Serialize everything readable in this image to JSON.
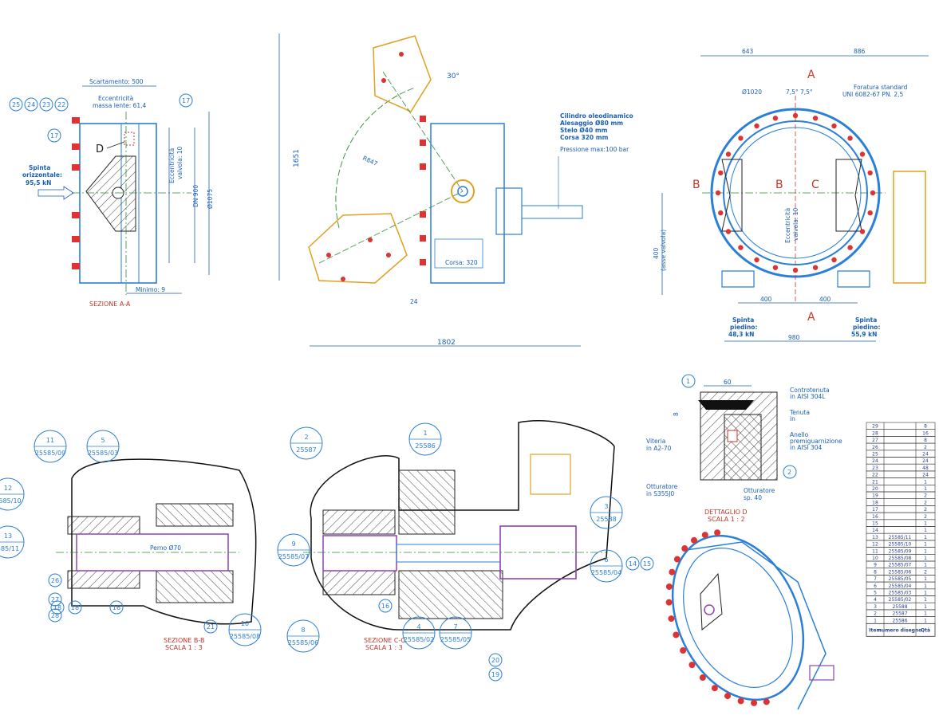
{
  "views": {
    "sezione_aa": {
      "title": "SEZIONE A-A",
      "scartamento": "Scartamento: 500",
      "eccentricita_massa": [
        "Eccentricità",
        "massa lente: 61,4"
      ],
      "eccentricita_valvola": [
        "Eccentricità",
        "valvola: 10"
      ],
      "dn": "DN 900",
      "dia": "Ø1075",
      "minimo": "Minimo: 9",
      "spinta": [
        "Spinta",
        "orizzontale:",
        "95,5 kN"
      ],
      "detail_letter": "D",
      "balloons": [
        "25",
        "24",
        "23",
        "22",
        "17",
        "17"
      ]
    },
    "side_view": {
      "height": "1651",
      "width": "1802",
      "angle": "30°",
      "radius": "R847",
      "corsa": "Corsa: 320",
      "offset": "24",
      "cylinder": [
        "Cilindro oleodinamico",
        "Alesaggio Ø80 mm",
        "Stelo Ø40 mm",
        "Corsa 320 mm",
        "Pressione max:100 bar"
      ]
    },
    "front_view": {
      "dim_left": "643",
      "dim_right": "886",
      "dia": "Ø1020",
      "angle": "7,5°",
      "angle2": "7,5°",
      "foratura": [
        "Foratura standard",
        "UNI 6082-67 PN. 2,5"
      ],
      "section_a": "A",
      "section_b": "B",
      "section_c": "C",
      "eccentricita": [
        "Eccentricità",
        "valvola: 10"
      ],
      "asse": [
        "400",
        "(asse valvola)"
      ],
      "d400a": "400",
      "d400b": "400",
      "d980": "980",
      "spinta_left": [
        "Spinta",
        "piedino:",
        "48,3 kN"
      ],
      "spinta_right": [
        "Spinta",
        "piedino:",
        "55,9 kN"
      ]
    },
    "dettaglio_d": {
      "title": [
        "DETTAGLIO D",
        "SCALA 1 : 2"
      ],
      "d60": "60",
      "d8": "8",
      "controtenuta": [
        "Controtenuta",
        "in AISI 304L"
      ],
      "tenuta": [
        "Tenuta",
        "in"
      ],
      "anello": [
        "Anello",
        "premiguarnizione",
        "in AISI 304"
      ],
      "viteria": [
        "Viteria",
        "in A2-70"
      ],
      "otturatore_l": [
        "Otturatore",
        "in S355J0"
      ],
      "otturatore_r": [
        "Otturatore",
        "sp. 40"
      ],
      "balloons": [
        "1",
        "2"
      ]
    },
    "sezione_bb": {
      "title": [
        "SEZIONE B-B",
        "SCALA 1 : 3"
      ],
      "perno": "Perno  Ø70",
      "balloons": [
        {
          "n": "11",
          "ref": "25585/09"
        },
        {
          "n": "5",
          "ref": "25585/03"
        },
        {
          "n": "12",
          "ref": "5585/10"
        },
        {
          "n": "13",
          "ref": "585/11"
        },
        {
          "n": "9",
          "ref": "25585/07"
        },
        {
          "n": "10",
          "ref": "25585/08"
        }
      ],
      "small": [
        "26",
        "27",
        "28",
        "18",
        "18",
        "16",
        "21"
      ]
    },
    "sezione_cc": {
      "title": [
        "SEZIONE C-C",
        "SCALA 1 : 3"
      ],
      "balloons": [
        {
          "n": "2",
          "ref": "25587"
        },
        {
          "n": "1",
          "ref": "25586"
        },
        {
          "n": "3",
          "ref": "25588"
        },
        {
          "n": "6",
          "ref": "25585/04"
        },
        {
          "n": "8",
          "ref": "25585/06"
        },
        {
          "n": "4",
          "ref": "25585/02"
        },
        {
          "n": "7",
          "ref": "25585/05"
        }
      ],
      "small": [
        "16",
        "14",
        "15",
        "20",
        "19"
      ]
    },
    "bom": {
      "headers": [
        "Item",
        "numero disegno",
        "Qtà"
      ],
      "rows": [
        [
          "29",
          "",
          "8"
        ],
        [
          "28",
          "",
          "16"
        ],
        [
          "27",
          "",
          "8"
        ],
        [
          "26",
          "",
          "2"
        ],
        [
          "25",
          "",
          "24"
        ],
        [
          "24",
          "",
          "24"
        ],
        [
          "23",
          "",
          "48"
        ],
        [
          "22",
          "",
          "24"
        ],
        [
          "21",
          "",
          "1"
        ],
        [
          "20",
          "",
          "1"
        ],
        [
          "19",
          "",
          "2"
        ],
        [
          "18",
          "",
          "2"
        ],
        [
          "17",
          "",
          "2"
        ],
        [
          "16",
          "",
          "2"
        ],
        [
          "15",
          "",
          "1"
        ],
        [
          "14",
          "",
          "1"
        ],
        [
          "13",
          "25585/11",
          "1"
        ],
        [
          "12",
          "25585/10",
          "1"
        ],
        [
          "11",
          "25585/09",
          "1"
        ],
        [
          "10",
          "25585/08",
          "1"
        ],
        [
          "9",
          "25585/07",
          "1"
        ],
        [
          "8",
          "25585/06",
          "2"
        ],
        [
          "7",
          "25585/05",
          "1"
        ],
        [
          "6",
          "25585/04",
          "1"
        ],
        [
          "5",
          "25585/03",
          "1"
        ],
        [
          "4",
          "25585/02",
          "1"
        ],
        [
          "3",
          "25588",
          "1"
        ],
        [
          "2",
          "25587",
          "1"
        ],
        [
          "1",
          "25586",
          "1"
        ]
      ]
    }
  },
  "colors": {
    "dim": "#1a5fb4",
    "part": "#c0392b",
    "body": "#2a7fd6",
    "lever": "#e0a020",
    "axis": "#2e8b2e"
  }
}
